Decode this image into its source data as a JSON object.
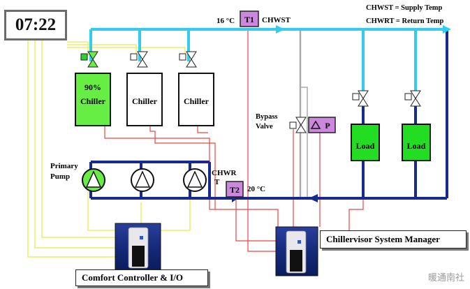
{
  "clock": {
    "time": "07:22"
  },
  "legend": {
    "supply": "CHWST = Supply Temp",
    "return": "CHWRT = Return Temp"
  },
  "sensors": {
    "t1": {
      "tag": "T1",
      "temp": "16 °C",
      "label": "CHWST"
    },
    "t2": {
      "tag": "T2",
      "temp": "20 °C",
      "label_line1": "CHWR",
      "label_line2": "T"
    }
  },
  "chillers": [
    {
      "load": "90%",
      "name": "Chiller",
      "active": true
    },
    {
      "load": "",
      "name": "Chiller",
      "active": false
    },
    {
      "load": "",
      "name": "Chiller",
      "active": false
    }
  ],
  "pumps": {
    "label_line1": "Primary",
    "label_line2": "Pump"
  },
  "bypass": {
    "label_line1": "Bypass",
    "label_line2": "Valve",
    "dp_label": "P"
  },
  "loads": [
    {
      "name": "Load"
    },
    {
      "name": "Load"
    }
  ],
  "controllers": {
    "comfort": "Comfort Controller & I/O",
    "chillervisor": "Chillervisor System Manager"
  },
  "watermark": "暖通南社",
  "colors": {
    "supply_pipe": "#33ccee",
    "return_pipe": "#1a2a8c",
    "active_green": "#66ee44",
    "load_green": "#22dd22",
    "signal_red": "#ee4444",
    "signal_yellow": "#eeee66",
    "sensor_purple": "#cc88dd"
  }
}
